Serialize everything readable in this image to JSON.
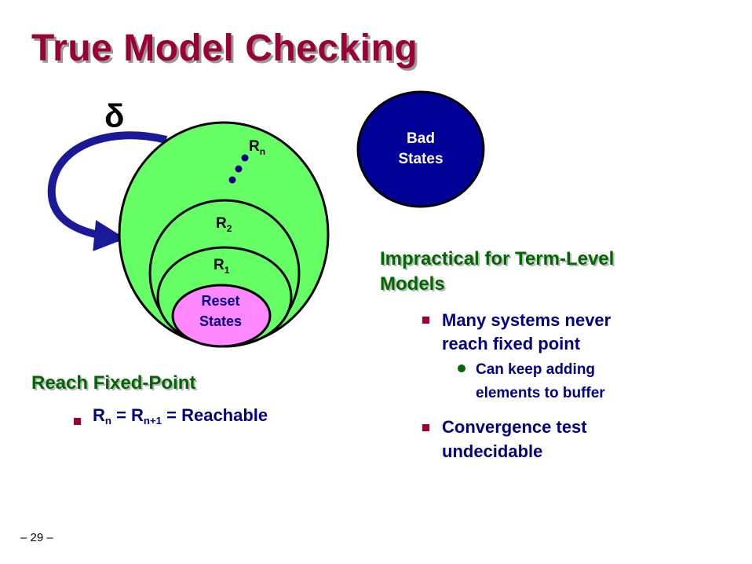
{
  "title": "True Model Checking",
  "diagram": {
    "delta_symbol": "δ",
    "bad_states": [
      "Bad",
      "States"
    ],
    "reset_states": [
      "Reset",
      "States"
    ],
    "r1": "R",
    "r1_sub": "1",
    "r2": "R",
    "r2_sub": "2",
    "rn": "R",
    "rn_sub": "n"
  },
  "reach": {
    "heading": "Reach Fixed-Point",
    "eq_r": "R",
    "eq_n": "n",
    "eq_mid": " = R",
    "eq_n1": "n+1",
    "eq_end": " = Reachable"
  },
  "impractical": {
    "heading_line1": "Impractical for Term-Level",
    "heading_line2": "Models",
    "bullet1_line1": "Many systems never",
    "bullet1_line2": "reach fixed point",
    "sub1_line1": "Can keep adding",
    "sub1_line2": "elements to buffer",
    "bullet2_line1": "Convergence test",
    "bullet2_line2": "undecidable"
  },
  "page_number": "– 29 –",
  "colors": {
    "title": "#990033",
    "heading": "#006600",
    "bullet_text": "#000080",
    "bullet_square": "#990033",
    "green_fill": "#66ff66",
    "reset_fill": "#ff88ff",
    "bad_fill": "#000099",
    "arrow": "#1a1a99"
  }
}
